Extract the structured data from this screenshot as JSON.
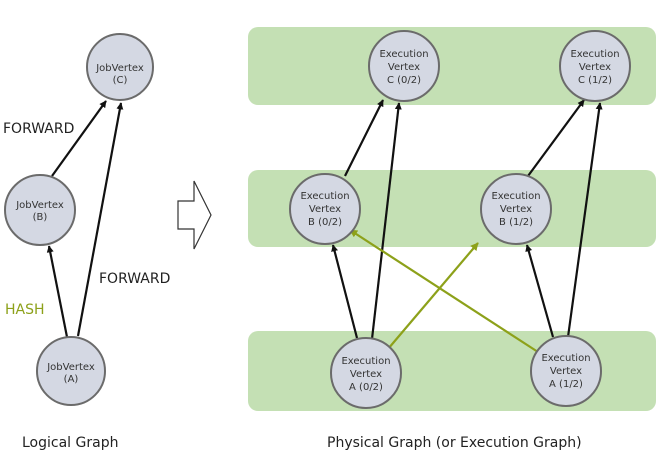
{
  "colors": {
    "node_fill": "#d4d8e3",
    "node_stroke": "#6b6b6b",
    "band_fill": "#c4e0b4",
    "edge_black": "#111111",
    "edge_hash": "#8da11a"
  },
  "labels": {
    "forward_top": "FORWARD",
    "forward_bottom": "FORWARD",
    "hash": "HASH",
    "logical_caption": "Logical Graph",
    "physical_caption": "Physical Graph (or Execution Graph)"
  },
  "logical_nodes": {
    "c": {
      "line1": "JobVertex",
      "line2": "(C)"
    },
    "b": {
      "line1": "JobVertex",
      "line2": "(B)"
    },
    "a": {
      "line1": "JobVertex",
      "line2": "(A)"
    }
  },
  "physical_nodes": {
    "c0": {
      "line1": "Execution",
      "line2": "Vertex",
      "line3": "C (0/2)"
    },
    "c1": {
      "line1": "Execution",
      "line2": "Vertex",
      "line3": "C (1/2)"
    },
    "b0": {
      "line1": "Execution",
      "line2": "Vertex",
      "line3": "B (0/2)"
    },
    "b1": {
      "line1": "Execution",
      "line2": "Vertex",
      "line3": "B (1/2)"
    },
    "a0": {
      "line1": "Execution",
      "line2": "Vertex",
      "line3": "A (0/2)"
    },
    "a1": {
      "line1": "Execution",
      "line2": "Vertex",
      "line3": "A (1/2)"
    }
  }
}
